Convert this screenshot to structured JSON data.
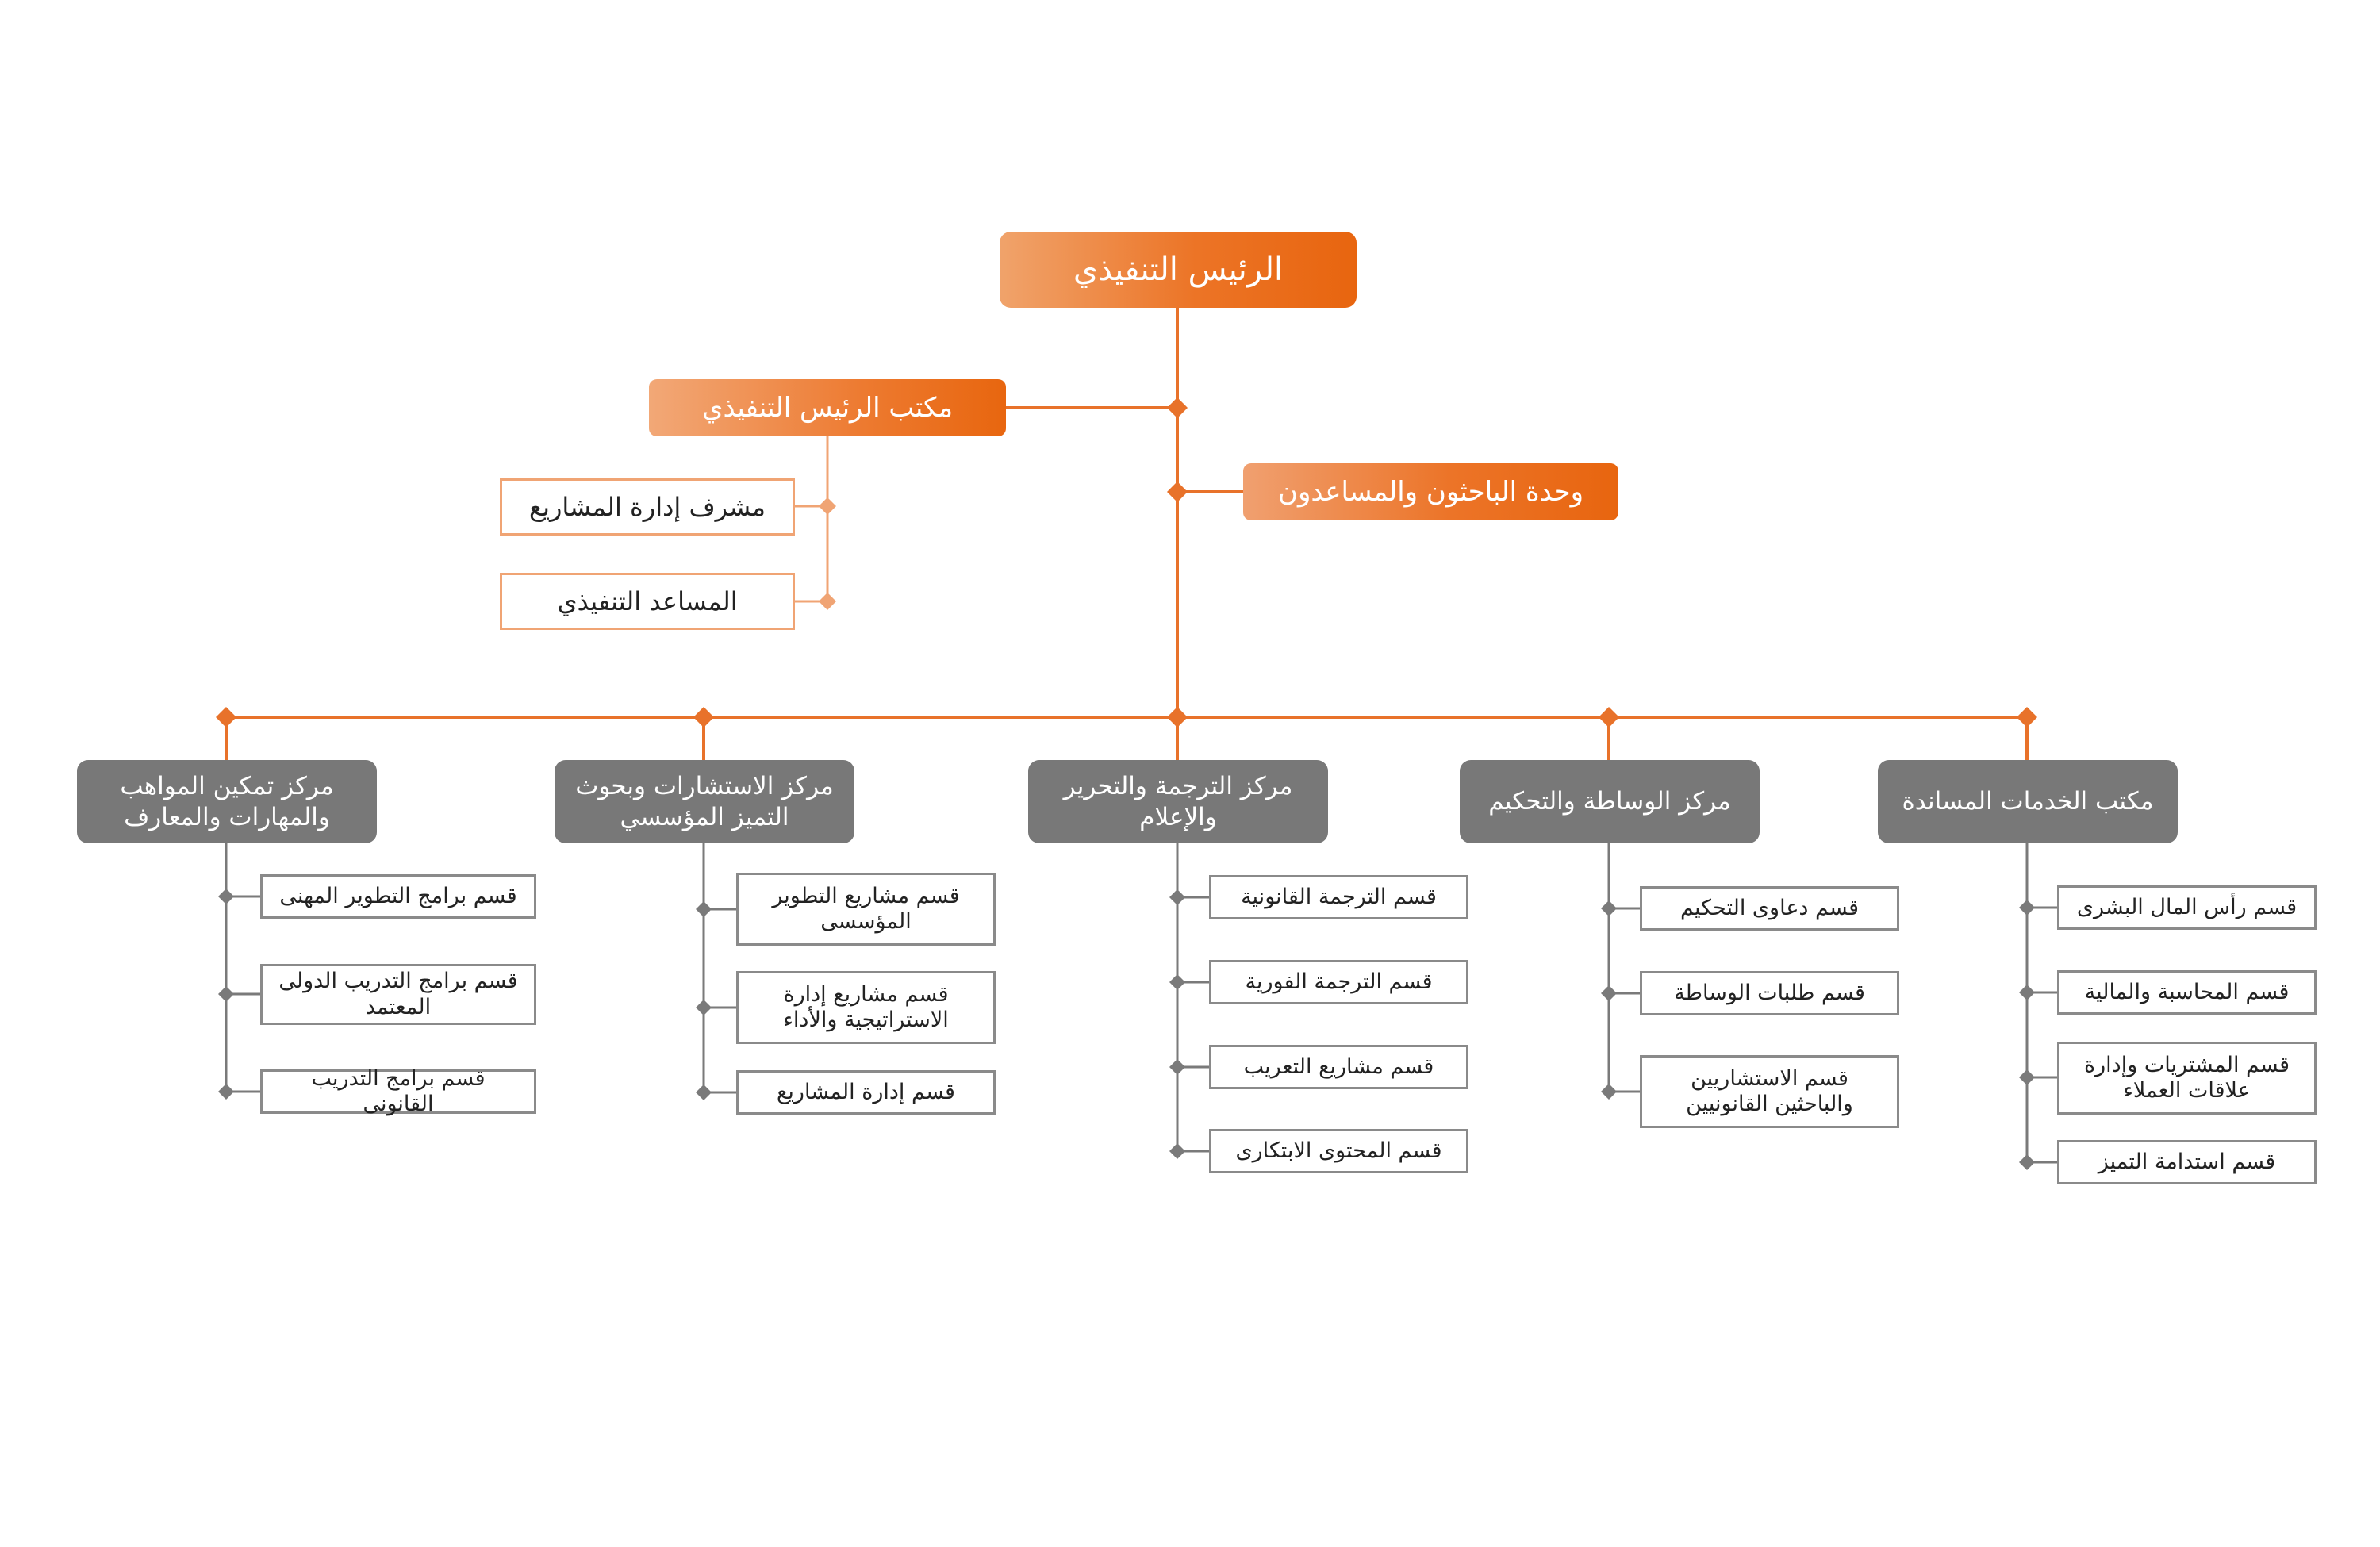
{
  "ceo": "الرئيس التنفيذي",
  "ceo_office": "مكتب الرئيس التنفيذي",
  "ceo_office_units": [
    "مشرف إدارة المشاريع",
    "المساعد التنفيذي"
  ],
  "researchers_unit": "وحدة الباحثون والمساعدون",
  "centers": [
    {
      "name": "مركز تمكين المواهب والمهارات والمعارف",
      "departments": [
        "قسم برامج التطوير المهنى",
        "قسم برامج التدريب الدولى المعتمد",
        "قسم برامج التدريب القانونى"
      ]
    },
    {
      "name": "مركز الاستشارات وبحوث التميز المؤسسي",
      "departments": [
        "قسم مشاريع  التطوير المؤسسى",
        "قسم مشاريع  إدارة الاستراتيجية والأداء",
        "قسم  إدارة المشاريع"
      ]
    },
    {
      "name": "مركز الترجمة والتحرير والإعلام",
      "departments": [
        "قسم الترجمة القانونية",
        "قسم الترجمة الفورية",
        "قسم مشاريع التعريب",
        "قسم المحتوى الابتكارى"
      ]
    },
    {
      "name": "مركز الوساطة والتحكيم",
      "departments": [
        "قسم دعاوى التحكيم",
        "قسم طلبات الوساطة",
        "قسم الاستشاريين والباحثين القانونيين"
      ]
    },
    {
      "name": "مكتب الخدمات المساندة",
      "departments": [
        "قسم رأس المال البشرى",
        "قسم المحاسبة والمالية",
        "قسم المشتريات وإدارة علاقات العملاء",
        "قسم استدامة التميز"
      ]
    }
  ],
  "colors": {
    "accent": "#ec7426",
    "accent_light": "#f0a474",
    "center_gray": "#787878",
    "connector_gray": "#7a7a7a"
  }
}
